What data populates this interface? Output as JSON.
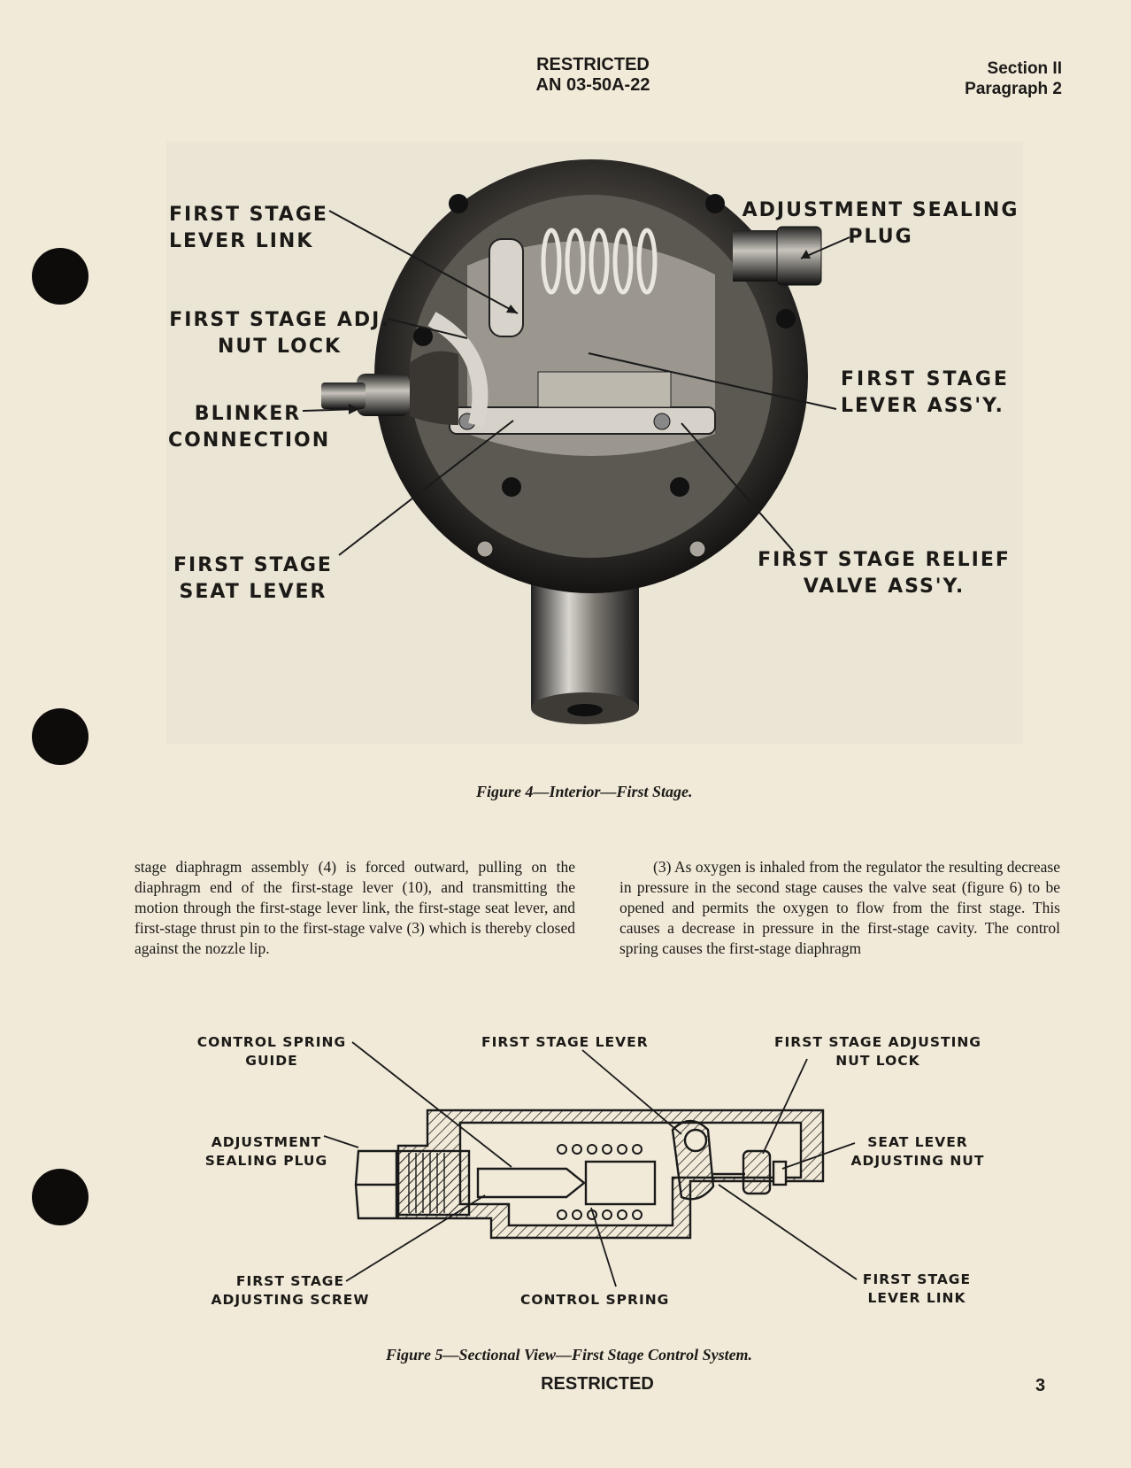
{
  "header": {
    "classification": "RESTRICTED",
    "doc_number": "AN 03-50A-22",
    "section": "Section II",
    "paragraph": "Paragraph 2"
  },
  "figure4": {
    "caption": "Figure 4—Interior—First Stage.",
    "labels": {
      "lever_link": [
        "FIRST STAGE",
        "LEVER LINK"
      ],
      "adj_nut_lock": [
        "FIRST STAGE ADJ.",
        "NUT LOCK"
      ],
      "blinker": [
        "BLINKER",
        "CONNECTION"
      ],
      "seat_lever": [
        "FIRST STAGE",
        "SEAT LEVER"
      ],
      "sealing_plug": [
        "ADJUSTMENT SEALING",
        "PLUG"
      ],
      "lever_assy": [
        "FIRST STAGE",
        "LEVER ASS'Y."
      ],
      "relief_valve": [
        "FIRST STAGE RELIEF",
        "VALVE ASS'Y."
      ]
    }
  },
  "body": {
    "left_column": "stage diaphragm assembly (4) is forced outward, pulling on the diaphragm end of the first-stage lever (10), and transmitting the motion through the first-stage lever link, the first-stage seat lever, and first-stage thrust pin to the first-stage valve (3) which is thereby closed against the nozzle lip.",
    "right_column": "(3) As oxygen is inhaled from the regulator the resulting decrease in pressure in the second stage causes the valve seat (figure 6) to be opened and permits the oxygen to flow from the first stage. This causes a decrease in pressure in the first-stage cavity. The control spring causes the first-stage diaphragm"
  },
  "figure5": {
    "caption": "Figure 5—Sectional View—First Stage Control System.",
    "labels": {
      "spring_guide": [
        "CONTROL SPRING",
        "GUIDE"
      ],
      "first_lever": [
        "FIRST STAGE LEVER"
      ],
      "nut_lock": [
        "FIRST STAGE ADJUSTING",
        "NUT LOCK"
      ],
      "sealing_plug": [
        "ADJUSTMENT",
        "SEALING PLUG"
      ],
      "seat_nut": [
        "SEAT LEVER",
        "ADJUSTING NUT"
      ],
      "adj_screw": [
        "FIRST STAGE",
        "ADJUSTING SCREW"
      ],
      "control_spring": [
        "CONTROL SPRING"
      ],
      "lever_link": [
        "FIRST STAGE",
        "LEVER LINK"
      ]
    }
  },
  "footer": {
    "classification": "RESTRICTED",
    "page_number": "3"
  }
}
